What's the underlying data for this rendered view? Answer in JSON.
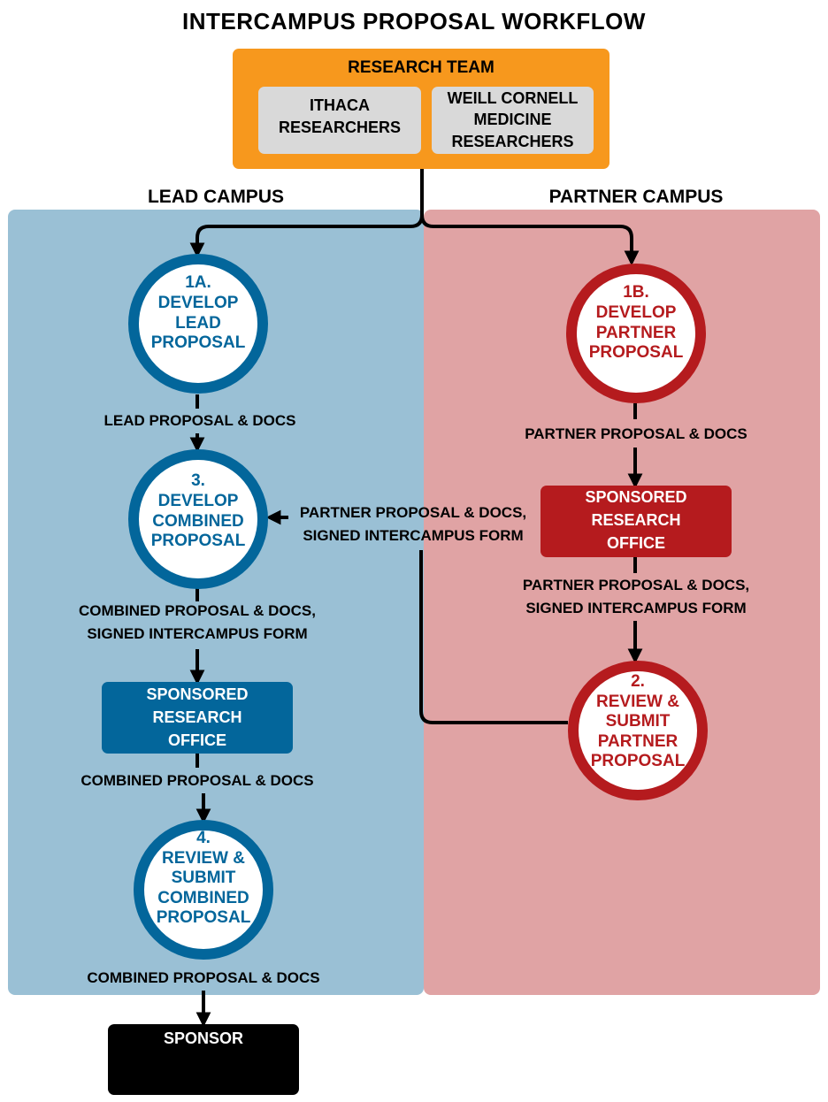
{
  "title": "INTERCAMPUS PROPOSAL WORKFLOW",
  "colors": {
    "team_orange": "#f7981d",
    "sub_gray": "#d9d9d9",
    "lead_panel": "#9ac0d5",
    "partner_panel": "#e0a3a4",
    "lead_blue": "#03669b",
    "partner_red": "#b51b1e",
    "sponsor_black": "#000000"
  },
  "research_team": {
    "label": "RESEARCH TEAM",
    "groups": [
      "ITHACA\nRESEARCHERS",
      "WEILL CORNELL\nMEDICINE\nRESEARCHERS"
    ]
  },
  "lead_campus": {
    "label": "LEAD CAMPUS",
    "step_1a": "1A.\nDEVELOP\nLEAD\nPROPOSAL",
    "step_3": "3.\nDEVELOP\nCOMBINED\nPROPOSAL",
    "office": "SPONSORED\nRESEARCH\nOFFICE",
    "step_4": "4.\nREVIEW &\nSUBMIT\nCOMBINED\nPROPOSAL",
    "flow_1a_to_3": "LEAD PROPOSAL & DOCS",
    "flow_3_to_office": "COMBINED PROPOSAL & DOCS,\nSIGNED INTERCAMPUS FORM",
    "flow_office_to_4": "COMBINED PROPOSAL & DOCS",
    "flow_4_to_sponsor": "COMBINED PROPOSAL & DOCS"
  },
  "partner_campus": {
    "label": "PARTNER CAMPUS",
    "step_1b": "1B.\nDEVELOP\nPARTNER\nPROPOSAL",
    "office": "SPONSORED\nRESEARCH\nOFFICE",
    "step_2": "2.\nREVIEW &\nSUBMIT\nPARTNER\nPROPOSAL",
    "flow_1b_to_office": "PARTNER PROPOSAL & DOCS",
    "flow_office_to_2": "PARTNER PROPOSAL & DOCS,\nSIGNED INTERCAMPUS FORM",
    "flow_2_to_3": "PARTNER PROPOSAL & DOCS,\nSIGNED INTERCAMPUS FORM"
  },
  "sponsor": {
    "label": "SPONSOR"
  }
}
